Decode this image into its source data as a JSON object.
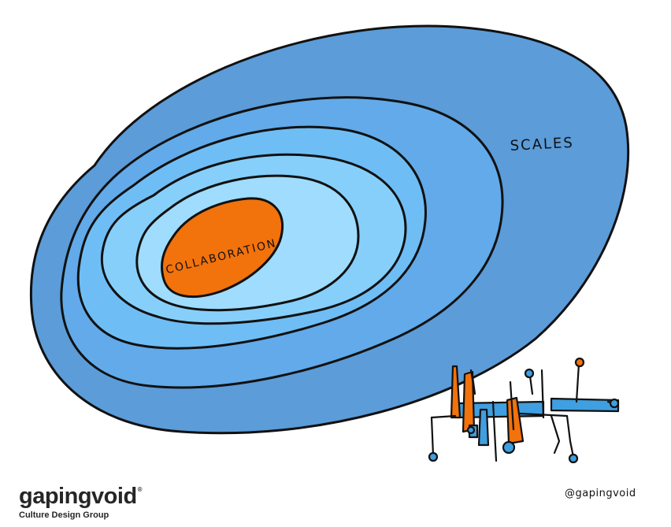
{
  "illustration": {
    "center_label": "COLLABORATION",
    "outer_label": "SCALES",
    "colors": {
      "ring_outer": "#5b9cd9",
      "ring_2": "#62aae9",
      "ring_3": "#6fbdf5",
      "ring_4": "#86cffb",
      "ring_inner": "#9fdcfd",
      "core": "#f2720c",
      "stroke": "#111111"
    }
  },
  "brand": {
    "name": "gapingvoid",
    "trademark": "®",
    "tagline": "Culture Design Group",
    "handle": "@gapingvoid"
  }
}
